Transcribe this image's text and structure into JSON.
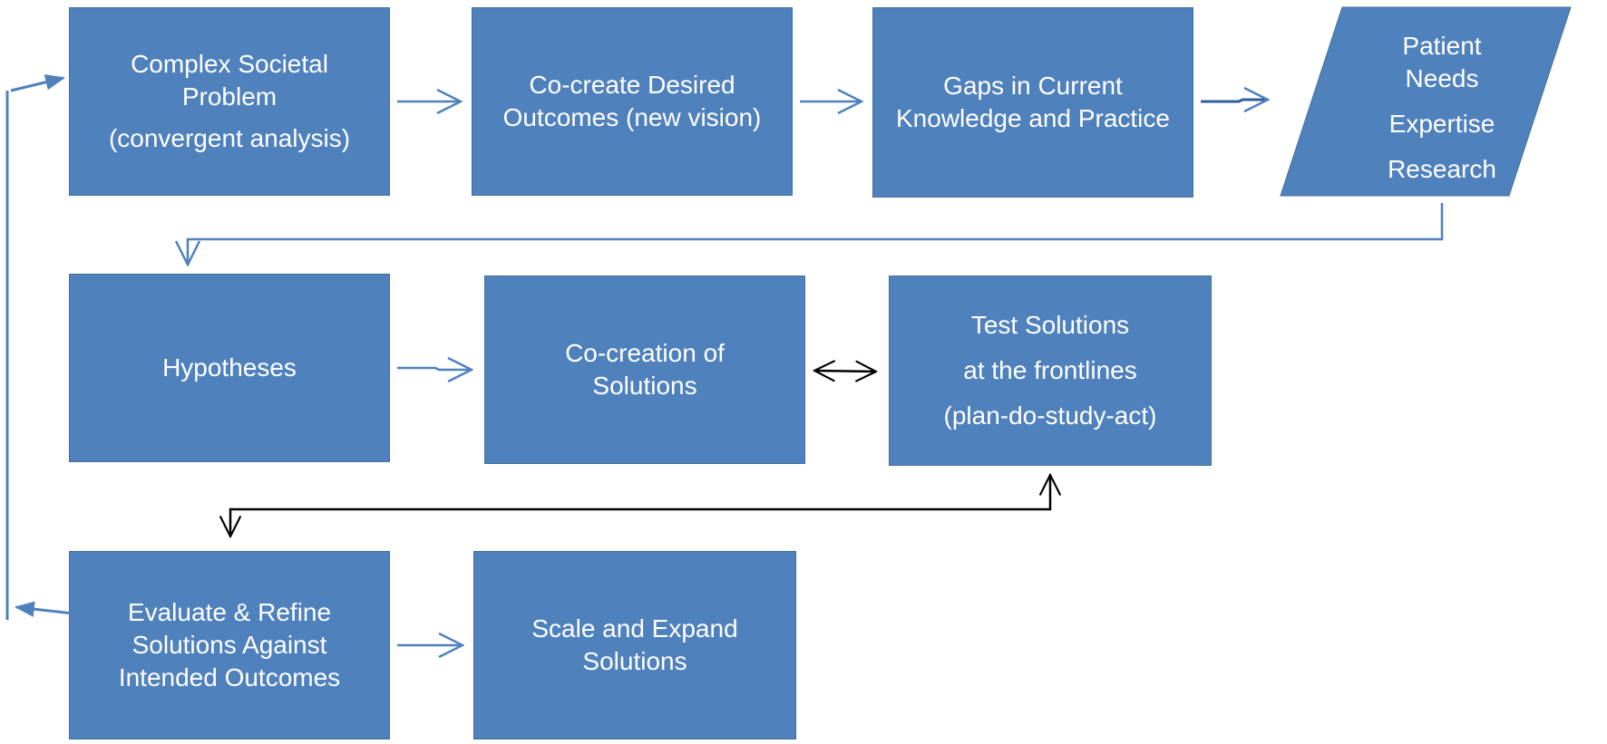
{
  "boxes": {
    "complex_problem": [
      "Complex Societal",
      "Problem",
      "(convergent analysis)"
    ],
    "desired_outcomes": [
      "Co-create Desired",
      "Outcomes (new vision)"
    ],
    "gaps": [
      "Gaps in Current",
      "Knowledge and Practice"
    ],
    "inputs": [
      "Patient",
      "Needs",
      "Expertise",
      "Research"
    ],
    "hypotheses": [
      "Hypotheses"
    ],
    "cocreation": [
      "Co-creation of",
      "Solutions"
    ],
    "test_solutions": [
      "Test Solutions",
      "at the frontlines",
      "(plan-do-study-act)"
    ],
    "evaluate": [
      "Evaluate & Refine",
      "Solutions Against",
      "Intended Outcomes"
    ],
    "scale": [
      "Scale and Expand",
      "Solutions"
    ]
  },
  "colors": {
    "box_fill": "#4f81bd",
    "box_border": "#41719c",
    "box_text": "#ffffff",
    "arrow_blue": "#4f81bd",
    "arrow_black": "#000000"
  }
}
